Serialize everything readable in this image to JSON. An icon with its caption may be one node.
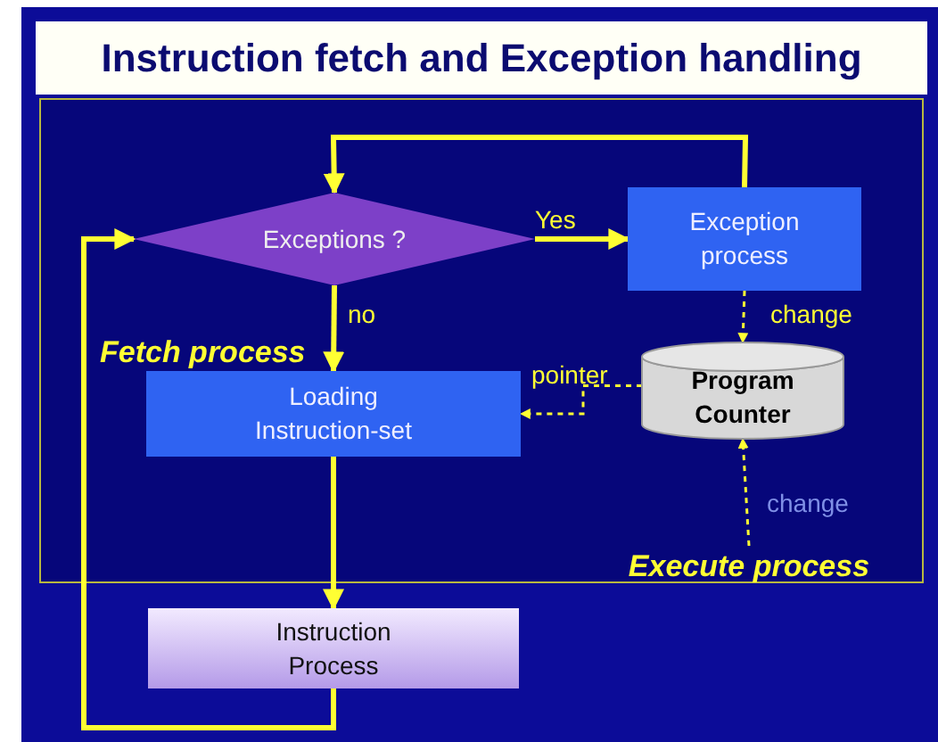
{
  "diagram": {
    "title": "Instruction fetch and Exception handling",
    "nodes": [
      {
        "text": [
          "Exceptions ?"
        ]
      },
      {
        "text": [
          "Exception process"
        ]
      },
      {
        "text": [
          "Program Counter"
        ]
      },
      {
        "text": [
          "Loading Instruction-set"
        ]
      },
      {
        "text": [
          "Instruction Process"
        ]
      },
      {
        "text": [
          "Execute process"
        ]
      }
    ],
    "edges": [
      {
        "from": 0,
        "to": 1,
        "arrow": "to",
        "label": "Yes"
      },
      {
        "from": 1,
        "to": 0,
        "arrow": "to"
      },
      {
        "from": 0,
        "to": 3,
        "arrow": "to",
        "label": "no"
      },
      {
        "from": 1,
        "to": 2,
        "arrow": "to",
        "label": "change",
        "style": "dashed"
      },
      {
        "from": 2,
        "to": 3,
        "arrow": "to",
        "label": "pointer",
        "style": "dashed"
      },
      {
        "from": 5,
        "to": 2,
        "arrow": "to",
        "label": "change",
        "style": "dashed"
      },
      {
        "from": 3,
        "to": 4,
        "arrow": "to"
      },
      {
        "from": 4,
        "to": 0,
        "arrow": "to"
      }
    ],
    "labels": [
      "Fetch process"
    ]
  }
}
